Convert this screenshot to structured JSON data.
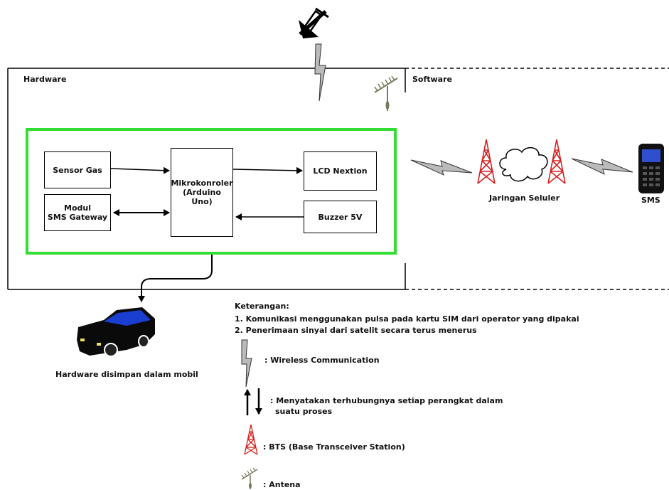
{
  "sections": {
    "hardware_label": "Hardware",
    "software_label": "Software"
  },
  "blocks": {
    "sensor_gas": "Sensor Gas",
    "modul_line1": "Modul",
    "modul_line2": "SMS Gateway",
    "mcu_line1": "Mikrokonroler",
    "mcu_line2": "(Arduino Uno)",
    "lcd": "LCD Nextion",
    "buzzer": "Buzzer 5V"
  },
  "network": {
    "cellular_label": "Jaringan Seluler",
    "sms_label": "SMS"
  },
  "car": {
    "caption": "Hardware disimpan dalam mobil"
  },
  "legend": {
    "title": "Keterangan:",
    "note1": "1. Komunikasi menggunakan pulsa pada kartu SIM dari operator yang dipakai",
    "note2": "2. Penerimaan sinyal dari satelit secara terus menerus",
    "wireless": ": Wireless Communication",
    "arrows_line1": ": Menyatakan terhubungnya setiap perangkat dalam",
    "arrows_line2": "suatu proses",
    "bts": ": BTS (Base Transceiver Station)",
    "antena": ": Antena"
  },
  "colors": {
    "highlight_border": "#33dd33",
    "bts_red": "#d42020",
    "lightning_gray": "#9a9a9a",
    "car_blue": "#1a3fd0",
    "phone_blue": "#1a2f9a"
  },
  "icons": [
    "satellite-icon",
    "lightning-icon",
    "antenna-icon",
    "bts-tower-icon",
    "cloud-icon",
    "mobile-phone-icon",
    "car-icon"
  ]
}
